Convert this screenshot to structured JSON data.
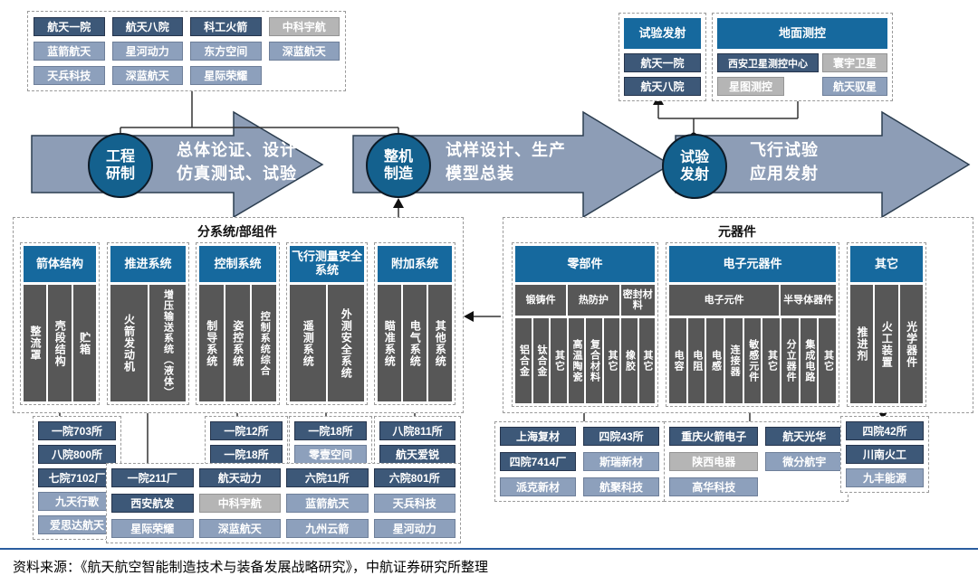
{
  "colors": {
    "header_blue": "#16699e",
    "dark_node": "#3d5878",
    "light_node": "#8da0bc",
    "gray_node": "#b5b5b5",
    "arrow_fill": "#8d9db6",
    "strip_gray": "#575757",
    "footer_rule_blue": "#2a5d9f"
  },
  "top_left_companies": {
    "rows": [
      [
        "航天一院",
        "航天八院",
        "科工火箭",
        "中科宇航"
      ],
      [
        "蓝箭航天",
        "星河动力",
        "东方空间",
        "深蓝航天"
      ],
      [
        "天兵科技",
        "深蓝航天",
        "星际荣耀"
      ]
    ]
  },
  "launch_box": {
    "title": "试验发射",
    "items": [
      "航天一院",
      "航天八院"
    ]
  },
  "ground_box": {
    "title": "地面测控",
    "items": [
      "西安卫星测控中心",
      "寰宇卫星",
      "星图测控",
      "航天驭星"
    ]
  },
  "phases": [
    {
      "circle": [
        "工程",
        "研制"
      ],
      "desc": [
        "总体论证、设计",
        "仿真测试、试验"
      ]
    },
    {
      "circle": [
        "整机",
        "制造"
      ],
      "desc": [
        "试样设计、生产",
        "模型总装"
      ]
    },
    {
      "circle": [
        "试验",
        "发射"
      ],
      "desc": [
        "飞行试验",
        "应用发射"
      ]
    }
  ],
  "subsystems": {
    "title": "分系统/部组件",
    "columns": [
      {
        "header": "箭体结构",
        "items": [
          "整流罩",
          "壳段结构",
          "贮箱"
        ]
      },
      {
        "header": "推进系统",
        "items": [
          "火箭发动机",
          "增压输送系统（液体）"
        ]
      },
      {
        "header": "控制系统",
        "items": [
          "制导系统",
          "姿控系统",
          "控制系统综合"
        ]
      },
      {
        "header": "飞行测量安全系统",
        "items": [
          "遥测系统",
          "外测安全系统"
        ]
      },
      {
        "header": "附加系统",
        "items": [
          "瞄准系统",
          "电气系统",
          "其他系统"
        ]
      }
    ]
  },
  "components": {
    "title": "元器件",
    "groups": [
      {
        "header": "零部件",
        "subheaders": [
          "锻铸件",
          "热防护",
          "密封材料"
        ],
        "items": [
          "铝合金",
          "钛合金",
          "其它",
          "高温陶瓷",
          "复合材料",
          "其它",
          "橡胶",
          "其它"
        ]
      },
      {
        "header": "电子元器件",
        "subheaders": [
          "电子元件",
          "半导体器件"
        ],
        "items": [
          "电容",
          "电阻",
          "电感",
          "连接器",
          "敏感元件",
          "其它",
          "分立器件",
          "集成电路",
          "其它"
        ]
      },
      {
        "header": "其它",
        "items": [
          "推进剂",
          "火工装置",
          "光学器件"
        ]
      }
    ]
  },
  "suppliers": {
    "body": [
      "一院703所",
      "八院800所",
      "七院7102厂",
      "九天行歌",
      "爱思达航天"
    ],
    "control": [
      "一院12所",
      "一院18所"
    ],
    "flight": [
      "一院18所",
      "零壹空间"
    ],
    "additional": [
      "八院811所",
      "航天爱锐"
    ],
    "propulsion": [
      [
        "一院211厂",
        "西安航发",
        "星际荣耀"
      ],
      [
        "航天动力",
        "中科宇航",
        "深蓝航天"
      ],
      [
        "六院11所",
        "蓝箭航天",
        "九州云箭"
      ],
      [
        "六院801所",
        "天兵科技",
        "星河动力"
      ]
    ],
    "parts": [
      [
        "上海复材",
        "四院7414厂",
        "派克新材"
      ],
      [
        "四院43所",
        "斯瑞新材",
        "航聚科技"
      ]
    ],
    "electronics": [
      [
        "重庆火箭电子",
        "陕西电器",
        "高华科技"
      ],
      [
        "航天光华",
        "微分航宇"
      ]
    ],
    "other": [
      "四院42所",
      "川南火工",
      "九丰能源"
    ]
  },
  "footer": {
    "text": "资料来源：《航天航空智能制造技术与装备发展战略研究》，中航证券研究所整理"
  }
}
